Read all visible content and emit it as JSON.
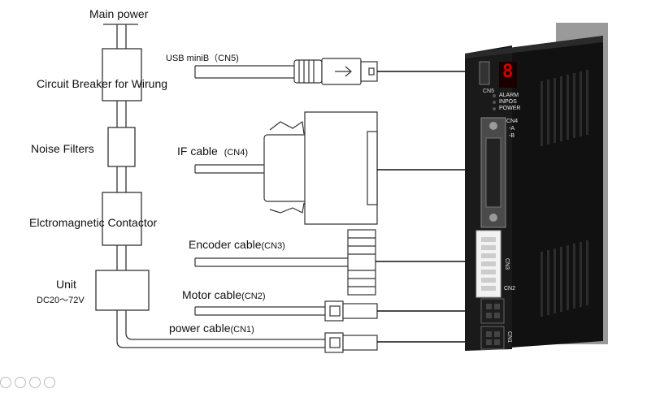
{
  "labels": {
    "main_power": "Main power",
    "circuit_breaker": "Circuit Breaker for Wirung",
    "noise_filters": "Noise Filters",
    "contactor": "Elctromagnetic Contactor",
    "unit": "Unit",
    "unit_voltage": "DC20～72V",
    "usb": "USB miniB（CN5)",
    "if_cable": "IF cable",
    "if_cn": "(CN4)",
    "encoder_cable": "Encoder cable",
    "encoder_cn": "(CN3)",
    "motor_cable": "Motor cable",
    "motor_cn": "(CN2)",
    "power_cable": "power cable",
    "power_cn": "(CN1)"
  },
  "driver_labels": {
    "cn5": "CN5",
    "alarm": "ALARM",
    "inpos": "INPOS",
    "power": "POWER",
    "cn4": "CN4",
    "cn4_ab": "-A",
    "cn4_b": "-B",
    "cn3": "CN3",
    "cn2": "CN2",
    "cn1": "CN1",
    "display": "8"
  }
}
